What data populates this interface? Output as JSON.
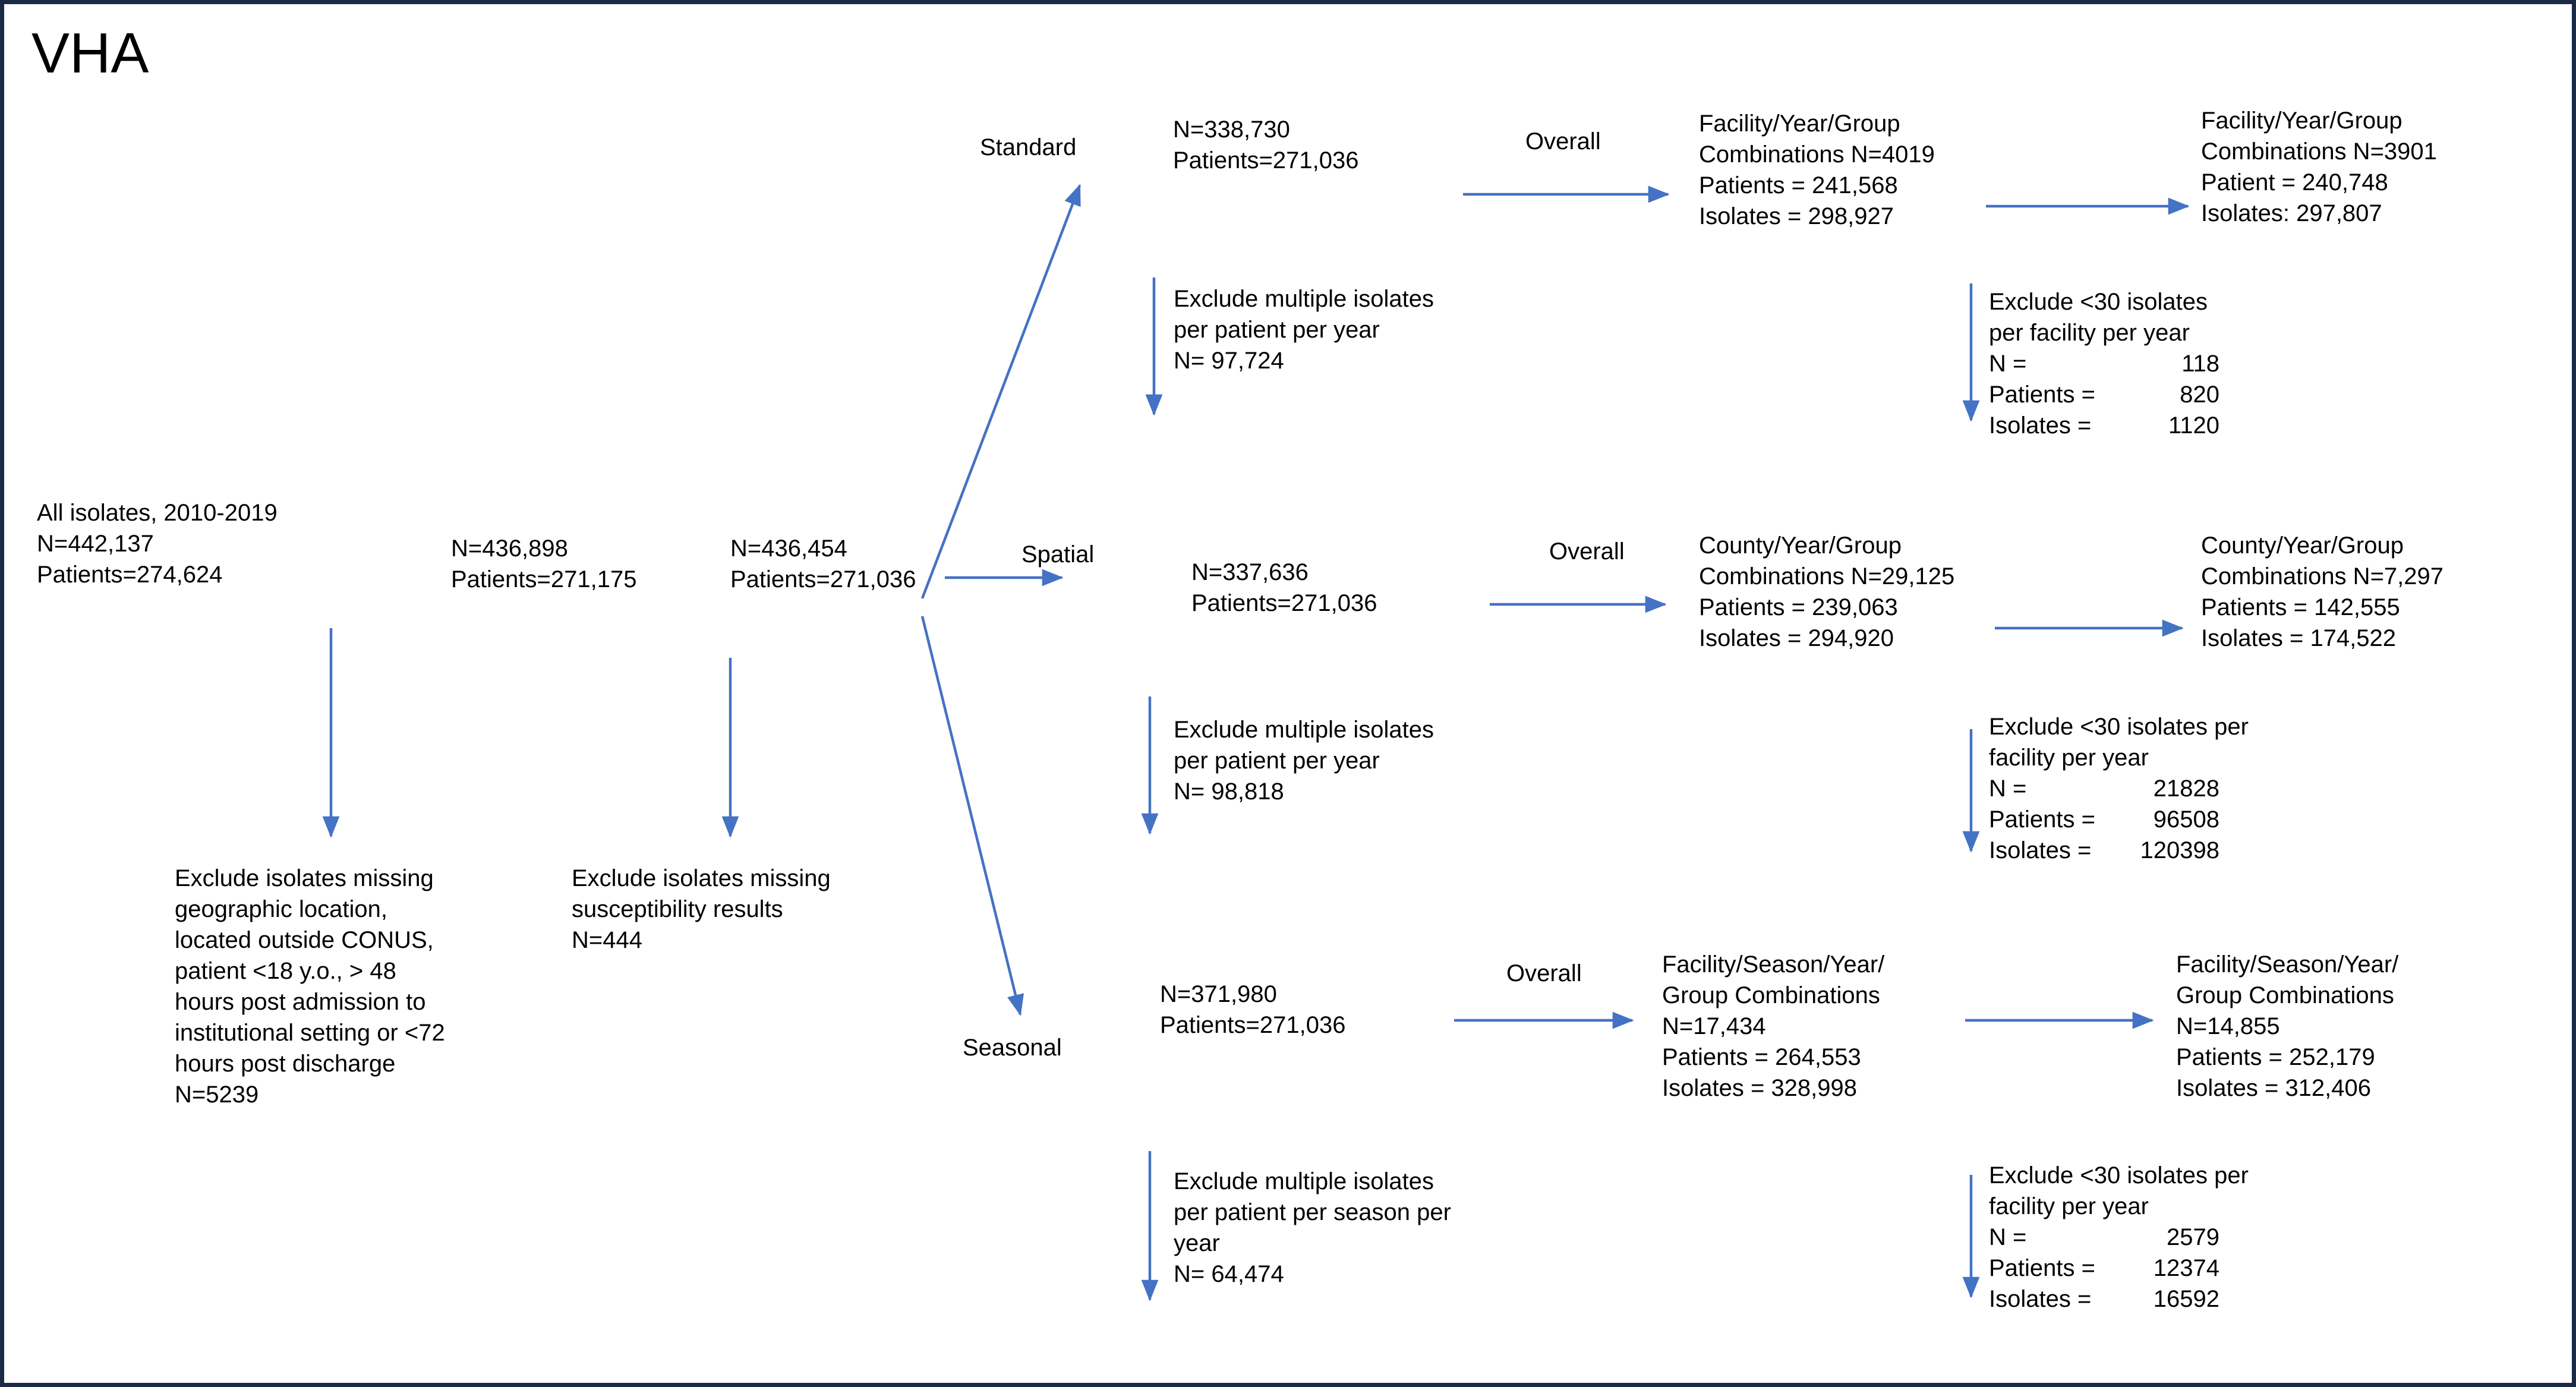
{
  "title": "VHA",
  "colors": {
    "border": "#1b2a45",
    "arrow": "#4472c4",
    "text": "#000000",
    "background": "#ffffff"
  },
  "nodes": {
    "all_isolates": "All isolates, 2010-2019\nN=442,137\nPatients=274,624",
    "exclude_geo": "Exclude isolates missing\ngeographic location,\nlocated outside CONUS,\npatient <18 y.o., > 48\nhours post admission to\ninstitutional setting or <72\nhours post discharge\nN=5239",
    "after_geo": "N=436,898\nPatients=271,175",
    "exclude_susceptibility": "Exclude isolates missing\nsusceptibility results\nN=444",
    "after_susceptibility": "N=436,454\nPatients=271,036"
  },
  "branch_labels": {
    "standard": "Standard",
    "spatial": "Spatial",
    "seasonal": "Seasonal"
  },
  "overall_labels": {
    "standard": "Overall",
    "spatial": "Overall",
    "seasonal": "Overall"
  },
  "branches": {
    "standard": {
      "counts": "N=338,730\nPatients=271,036",
      "exclude_multiple": "Exclude multiple isolates\nper patient per year\nN= 97,724",
      "overall_box": "Facility/Year/Group\nCombinations N=4019\nPatients = 241,568\nIsolates = 298,927",
      "final_box": "Facility/Year/Group\nCombinations N=3901\nPatient = 240,748\nIsolates: 297,807",
      "exclude_small": {
        "header": "Exclude <30 isolates\nper facility per year",
        "rows": [
          {
            "key": "N =",
            "value": "118"
          },
          {
            "key": "Patients =",
            "value": "820"
          },
          {
            "key": "Isolates =",
            "value": "1120"
          }
        ]
      }
    },
    "spatial": {
      "counts": "N=337,636\nPatients=271,036",
      "exclude_multiple": "Exclude multiple isolates\nper patient per year\nN= 98,818",
      "overall_box": "County/Year/Group\nCombinations N=29,125\nPatients = 239,063\nIsolates = 294,920",
      "final_box": "County/Year/Group\nCombinations N=7,297\nPatients = 142,555\nIsolates = 174,522",
      "exclude_small": {
        "header": "Exclude <30 isolates per\nfacility per year",
        "rows": [
          {
            "key": "N =",
            "value": "21828"
          },
          {
            "key": "Patients =",
            "value": "96508"
          },
          {
            "key": "Isolates =",
            "value": "120398"
          }
        ]
      }
    },
    "seasonal": {
      "counts": "N=371,980\nPatients=271,036",
      "exclude_multiple": "Exclude multiple isolates\nper patient per season per\nyear\nN= 64,474",
      "overall_box": "Facility/Season/Year/\nGroup Combinations\nN=17,434\nPatients = 264,553\nIsolates = 328,998",
      "final_box": "Facility/Season/Year/\nGroup Combinations\nN=14,855\nPatients = 252,179\nIsolates = 312,406",
      "exclude_small": {
        "header": "Exclude <30 isolates per\nfacility per year",
        "rows": [
          {
            "key": "N =",
            "value": "2579"
          },
          {
            "key": "Patients =",
            "value": "12374"
          },
          {
            "key": "Isolates =",
            "value": "16592"
          }
        ]
      }
    }
  },
  "chart_data": {
    "type": "diagram",
    "title": "VHA",
    "flow": "patient isolate cohort selection flow diagram",
    "stages": [
      {
        "id": "all_isolates",
        "label": "All isolates, 2010-2019",
        "N": 442137,
        "patients": 274624
      },
      {
        "id": "excluded_geo",
        "label": "Exclude isolates missing geographic location, located outside CONUS, patient <18 y.o., > 48 hours post admission to institutional setting or <72 hours post discharge",
        "N": 5239
      },
      {
        "id": "after_geo",
        "N": 436898,
        "patients": 271175
      },
      {
        "id": "excluded_susceptibility",
        "label": "Exclude isolates missing susceptibility results",
        "N": 444
      },
      {
        "id": "after_susceptibility",
        "N": 436454,
        "patients": 271036
      }
    ],
    "branches": [
      {
        "name": "Standard",
        "counts": {
          "N": 338730,
          "patients": 271036
        },
        "excluded_multiple_isolates": 97724,
        "overall": {
          "combination_type": "Facility/Year/Group",
          "combinations": 4019,
          "patients": 241568,
          "isolates": 298927
        },
        "excluded_small_facilities": {
          "N": 118,
          "patients": 820,
          "isolates": 1120
        },
        "final": {
          "combination_type": "Facility/Year/Group",
          "combinations": 3901,
          "patients": 240748,
          "isolates": 297807
        }
      },
      {
        "name": "Spatial",
        "counts": {
          "N": 337636,
          "patients": 271036
        },
        "excluded_multiple_isolates": 98818,
        "overall": {
          "combination_type": "County/Year/Group",
          "combinations": 29125,
          "patients": 239063,
          "isolates": 294920
        },
        "excluded_small_facilities": {
          "N": 21828,
          "patients": 96508,
          "isolates": 120398
        },
        "final": {
          "combination_type": "County/Year/Group",
          "combinations": 7297,
          "patients": 142555,
          "isolates": 174522
        }
      },
      {
        "name": "Seasonal",
        "counts": {
          "N": 371980,
          "patients": 271036
        },
        "excluded_multiple_isolates": 64474,
        "overall": {
          "combination_type": "Facility/Season/Year/Group",
          "combinations": 17434,
          "patients": 264553,
          "isolates": 328998
        },
        "excluded_small_facilities": {
          "N": 2579,
          "patients": 12374,
          "isolates": 16592
        },
        "final": {
          "combination_type": "Facility/Season/Year/Group",
          "combinations": 14855,
          "patients": 252179,
          "isolates": 312406
        }
      }
    ]
  }
}
